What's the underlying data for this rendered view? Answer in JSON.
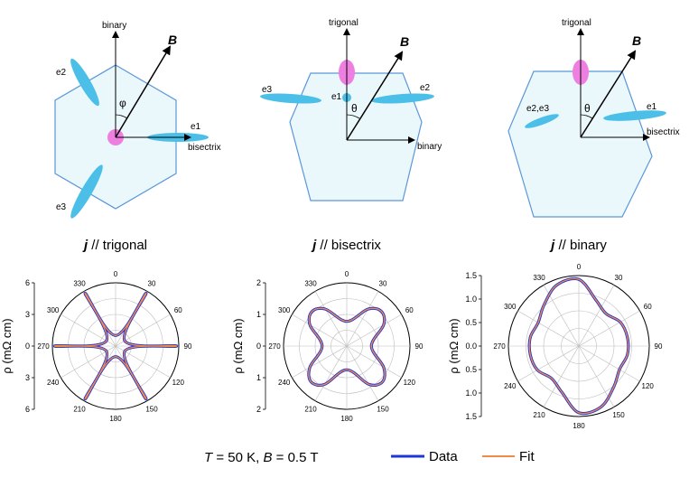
{
  "colors": {
    "hex_fill": "#eaf8fc",
    "hex_stroke": "#5b97d9",
    "ellipsoid_blue": "#4bbfe8",
    "ellipsoid_pink": "#ee7fe0",
    "data": "#2035d8",
    "fit": "#f08a4b"
  },
  "schematics": [
    {
      "vertical_label": "binary",
      "horizontal_label": "bisectrix",
      "field_label": "B",
      "angle_label": "φ",
      "ellipses": [
        "e1",
        "e2",
        "e3"
      ]
    },
    {
      "vertical_label": "trigonal",
      "horizontal_label": "binary",
      "field_label": "B",
      "angle_label": "θ",
      "ellipses": [
        "e1",
        "e2",
        "e3"
      ]
    },
    {
      "vertical_label": "trigonal",
      "horizontal_label": "bisectrix",
      "field_label": "B",
      "angle_label": "θ",
      "ellipses": [
        "e1",
        "e2,e3"
      ]
    }
  ],
  "chart_data": [
    {
      "type": "polar",
      "title_prefix": "j",
      "title_suffix": "// trigonal",
      "ylabel": "ρ (mΩ cm)",
      "rlim": [
        0,
        6
      ],
      "r_ticks": [
        "6",
        "3",
        "0",
        "3",
        "6"
      ],
      "angle_ticks": [
        "0",
        "30",
        "60",
        "90",
        "120",
        "150",
        "180",
        "210",
        "240",
        "270",
        "300",
        "330"
      ],
      "series": [
        {
          "name": "Data",
          "theta_deg": [
            0,
            30,
            60,
            90,
            120,
            150,
            180,
            210,
            240,
            270,
            300,
            330
          ],
          "rho": [
            1.0,
            5.8,
            1.0,
            5.8,
            1.0,
            5.8,
            1.0,
            5.8,
            1.0,
            5.8,
            1.0,
            5.8
          ]
        },
        {
          "name": "Fit",
          "theta_deg": [
            0,
            30,
            60,
            90,
            120,
            150,
            180,
            210,
            240,
            270,
            300,
            330
          ],
          "rho": [
            1.0,
            5.8,
            1.0,
            5.8,
            1.0,
            5.8,
            1.0,
            5.8,
            1.0,
            5.8,
            1.0,
            5.8
          ]
        }
      ]
    },
    {
      "type": "polar",
      "title_prefix": "j",
      "title_suffix": "// bisectrix",
      "ylabel": "ρ (mΩ cm)",
      "rlim": [
        0,
        2
      ],
      "r_ticks": [
        "2",
        "1",
        "0",
        "1",
        "2"
      ],
      "angle_ticks": [
        "0",
        "30",
        "60",
        "90",
        "120",
        "150",
        "180",
        "210",
        "240",
        "270",
        "300",
        "330"
      ],
      "series": [
        {
          "name": "Data",
          "theta_deg": [
            0,
            30,
            45,
            60,
            90,
            120,
            135,
            150,
            180,
            210,
            225,
            240,
            270,
            300,
            315,
            330
          ],
          "rho": [
            0.78,
            1.35,
            1.55,
            1.35,
            0.78,
            1.35,
            1.6,
            1.4,
            0.75,
            1.4,
            1.6,
            1.35,
            0.78,
            1.35,
            1.55,
            1.35
          ]
        },
        {
          "name": "Fit",
          "theta_deg": [
            0,
            30,
            45,
            60,
            90,
            120,
            135,
            150,
            180,
            210,
            225,
            240,
            270,
            300,
            315,
            330
          ],
          "rho": [
            0.78,
            1.35,
            1.55,
            1.35,
            0.78,
            1.35,
            1.6,
            1.4,
            0.75,
            1.4,
            1.6,
            1.35,
            0.78,
            1.35,
            1.55,
            1.35
          ]
        }
      ]
    },
    {
      "type": "polar",
      "title_prefix": "j",
      "title_suffix": "// binary",
      "ylabel": "ρ (mΩ cm)",
      "rlim": [
        0,
        1.5
      ],
      "r_ticks": [
        "1.5",
        "1.0",
        "0.5",
        "0.0",
        "0.5",
        "1.0",
        "1.5"
      ],
      "angle_ticks": [
        "0",
        "30",
        "60",
        "90",
        "120",
        "150",
        "180",
        "210",
        "240",
        "270",
        "300",
        "330"
      ],
      "series": [
        {
          "name": "Data",
          "theta_deg": [
            0,
            20,
            40,
            60,
            80,
            100,
            120,
            140,
            160,
            180,
            200,
            220,
            240,
            260,
            280,
            300,
            320,
            340
          ],
          "rho": [
            1.42,
            1.05,
            0.9,
            1.02,
            1.05,
            1.05,
            1.0,
            1.15,
            1.38,
            1.42,
            1.05,
            0.9,
            1.02,
            1.05,
            1.05,
            1.0,
            1.15,
            1.38
          ]
        },
        {
          "name": "Fit",
          "theta_deg": [
            0,
            20,
            40,
            60,
            80,
            100,
            120,
            140,
            160,
            180,
            200,
            220,
            240,
            260,
            280,
            300,
            320,
            340
          ],
          "rho": [
            1.42,
            1.05,
            0.9,
            1.02,
            1.05,
            1.05,
            1.0,
            1.15,
            1.38,
            1.42,
            1.05,
            0.9,
            1.02,
            1.05,
            1.05,
            1.0,
            1.15,
            1.38
          ]
        }
      ]
    }
  ],
  "footer": {
    "t_symbol": "T",
    "t_value": " = 50 K, ",
    "b_symbol": "B",
    "b_value": " = 0.5 T"
  },
  "legend": [
    {
      "name": "Data",
      "color": "#2035d8"
    },
    {
      "name": "Fit",
      "color": "#f08a4b"
    }
  ]
}
